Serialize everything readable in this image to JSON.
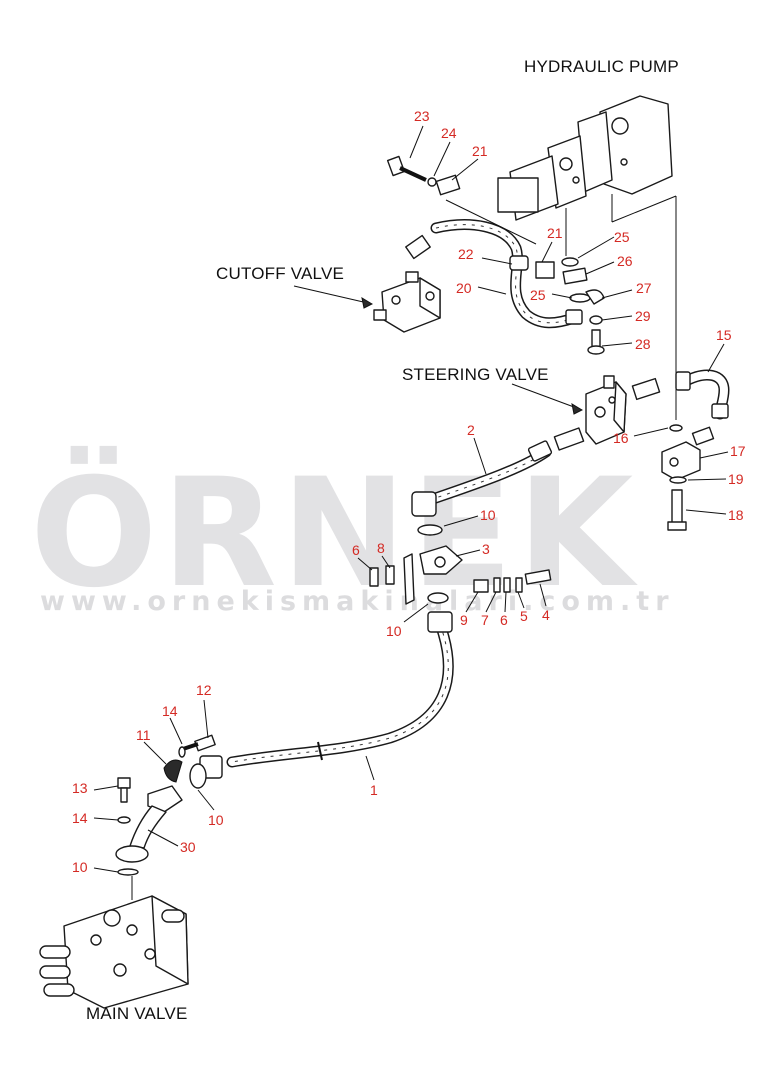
{
  "watermark": {
    "brand": "ÖRNEK",
    "url": "www.ornekismakinalari.com.tr",
    "accent_color": "#f2e3a6"
  },
  "component_labels": {
    "hydraulic_pump": "HYDRAULIC PUMP",
    "cutoff_valve": "CUTOFF VALVE",
    "steering_valve": "STEERING VALVE",
    "main_valve": "MAIN VALVE"
  },
  "callouts": [
    "23",
    "24",
    "21",
    "21",
    "22",
    "20",
    "25",
    "26",
    "25",
    "27",
    "29",
    "28",
    "15",
    "16",
    "17",
    "19",
    "18",
    "2",
    "10",
    "6",
    "8",
    "3",
    "9",
    "7",
    "6",
    "5",
    "4",
    "10",
    "12",
    "14",
    "11",
    "1",
    "13",
    "14",
    "30",
    "10",
    "10"
  ],
  "colors": {
    "callout": "#d42a24",
    "label": "#111111",
    "line": "#1a1a1a"
  }
}
